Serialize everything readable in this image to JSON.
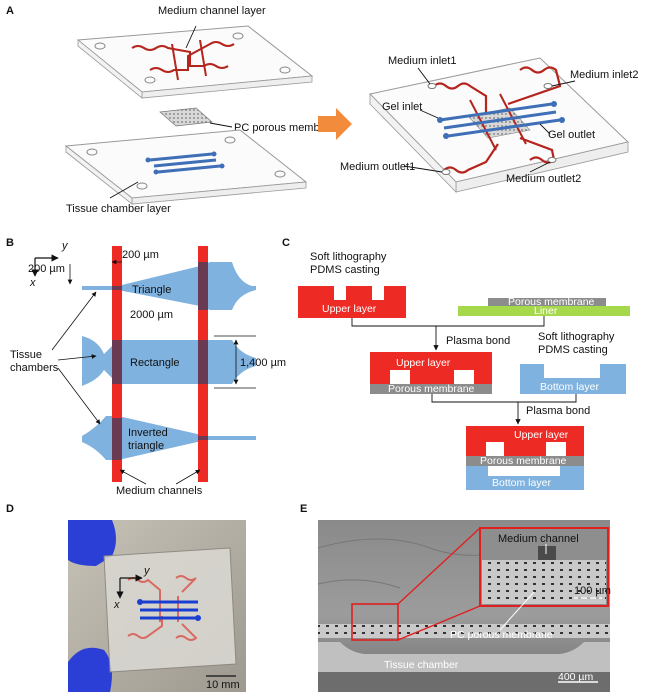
{
  "colors": {
    "red": "#ee2a24",
    "dark_red": "#b5241d",
    "blue": "#7fb2de",
    "dark_blue": "#3f6fb6",
    "gray": "#8c8c8c",
    "green": "#a6d84b",
    "orange": "#f28c3c",
    "dark_tissue": "#6a3a52"
  },
  "panel_a": {
    "letter": "A",
    "medium_channel_layer": "Medium channel layer",
    "pc_porous_membrane": "PC porous membrane",
    "tissue_chamber_layer": "Tissue chamber layer",
    "medium_inlet1": "Medium inlet1",
    "medium_inlet2": "Medium inlet2",
    "gel_inlet": "Gel inlet",
    "gel_outlet": "Gel outlet",
    "medium_outlet1": "Medium outlet1",
    "medium_outlet2": "Medium outlet2"
  },
  "panel_b": {
    "letter": "B",
    "axis_y": "y",
    "axis_x": "x",
    "dim_200_top": "200 µm",
    "dim_200_left": "200 µm",
    "dim_2000": "2000 µm",
    "dim_1400": "1,400 µm",
    "triangle": "Triangle",
    "rectangle": "Rectangle",
    "inverted_triangle_1": "Inverted",
    "inverted_triangle_2": "triangle",
    "tissue_chambers_1": "Tissue",
    "tissue_chambers_2": "chambers",
    "medium_channels": "Medium channels"
  },
  "panel_c": {
    "letter": "C",
    "soft_litho_1": "Soft lithography",
    "pdms_casting_1": "PDMS casting",
    "upper_layer": "Upper layer",
    "porous_membrane": "Porous membrane",
    "liner": "Liner",
    "plasma_bond_1": "Plasma bond",
    "soft_litho_2": "Soft lithography",
    "pdms_casting_2": "PDMS casting",
    "upper_layer_2": "Upper layer",
    "porous_membrane_2": "Porous membrane",
    "bottom_layer": "Bottom layer",
    "plasma_bond_2": "Plasma bond",
    "upper_layer_3": "Upper layer",
    "porous_membrane_3": "Porous membrane",
    "bottom_layer_3": "Bottom layer"
  },
  "panel_d": {
    "letter": "D",
    "axis_y": "y",
    "axis_x": "x",
    "scale_bar": "10 mm"
  },
  "panel_e": {
    "letter": "E",
    "medium_channel": "Medium channel",
    "scale_inset": "100 µm",
    "pc_porous_membrane": "PC porous membrane",
    "tissue_chamber": "Tissue chamber",
    "scale_main": "400 µm"
  }
}
